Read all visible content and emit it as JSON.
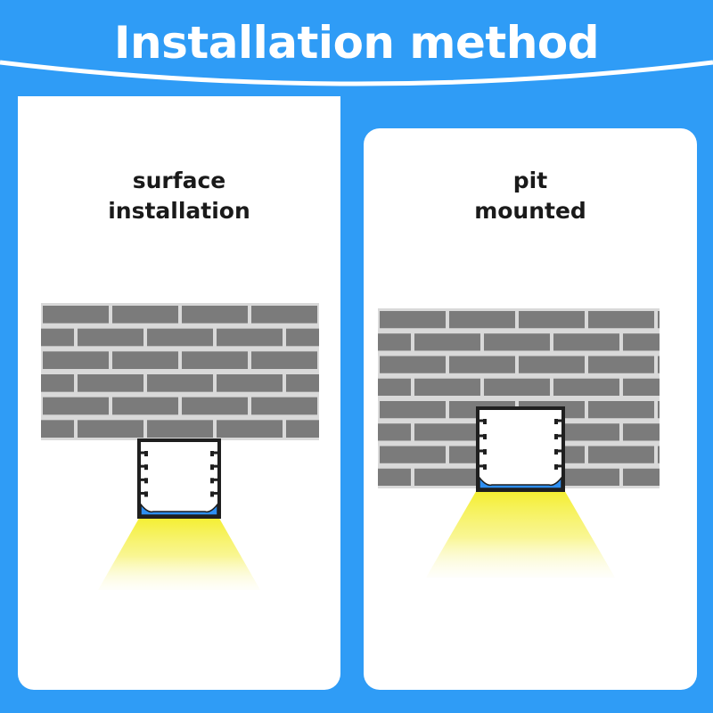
{
  "title": "Installation method",
  "panels": [
    {
      "id": "surface",
      "label_lines": [
        "surface",
        "installation"
      ]
    },
    {
      "id": "pit",
      "label_lines": [
        "pit",
        "mounted"
      ]
    }
  ],
  "colors": {
    "background": "#2f9cf6",
    "panel": "#ffffff",
    "brick": "#7b7b7b",
    "mortar": "#d9d9d9",
    "profile": "#1f1f1f",
    "diffuser": "#2e8ff2",
    "light": "#f6f140"
  },
  "icons": [
    "brick-wall",
    "led-aluminum-profile",
    "light-beam"
  ]
}
